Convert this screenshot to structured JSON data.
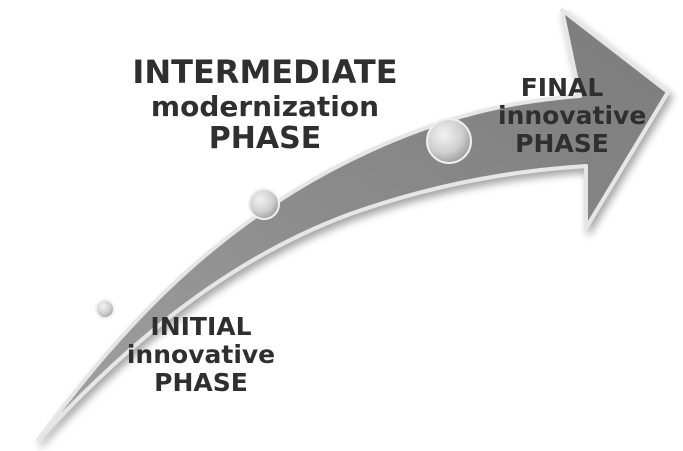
{
  "phases": {
    "intermediate": {
      "line1": "INTERMEDIATE",
      "line2": "modernization",
      "line3": "PHASE"
    },
    "final": {
      "line1": "FINAL",
      "line2": "innovative",
      "line3": "PHASE"
    },
    "initial": {
      "line1": "INITIAL",
      "line2": "innovative",
      "line3": "PHASE"
    }
  },
  "colors": {
    "arrow_fill": "#8a8a8a",
    "arrow_stroke": "#e8e8e8",
    "marker_fill": "#d6d6d6",
    "text": "#2f2f2f"
  }
}
